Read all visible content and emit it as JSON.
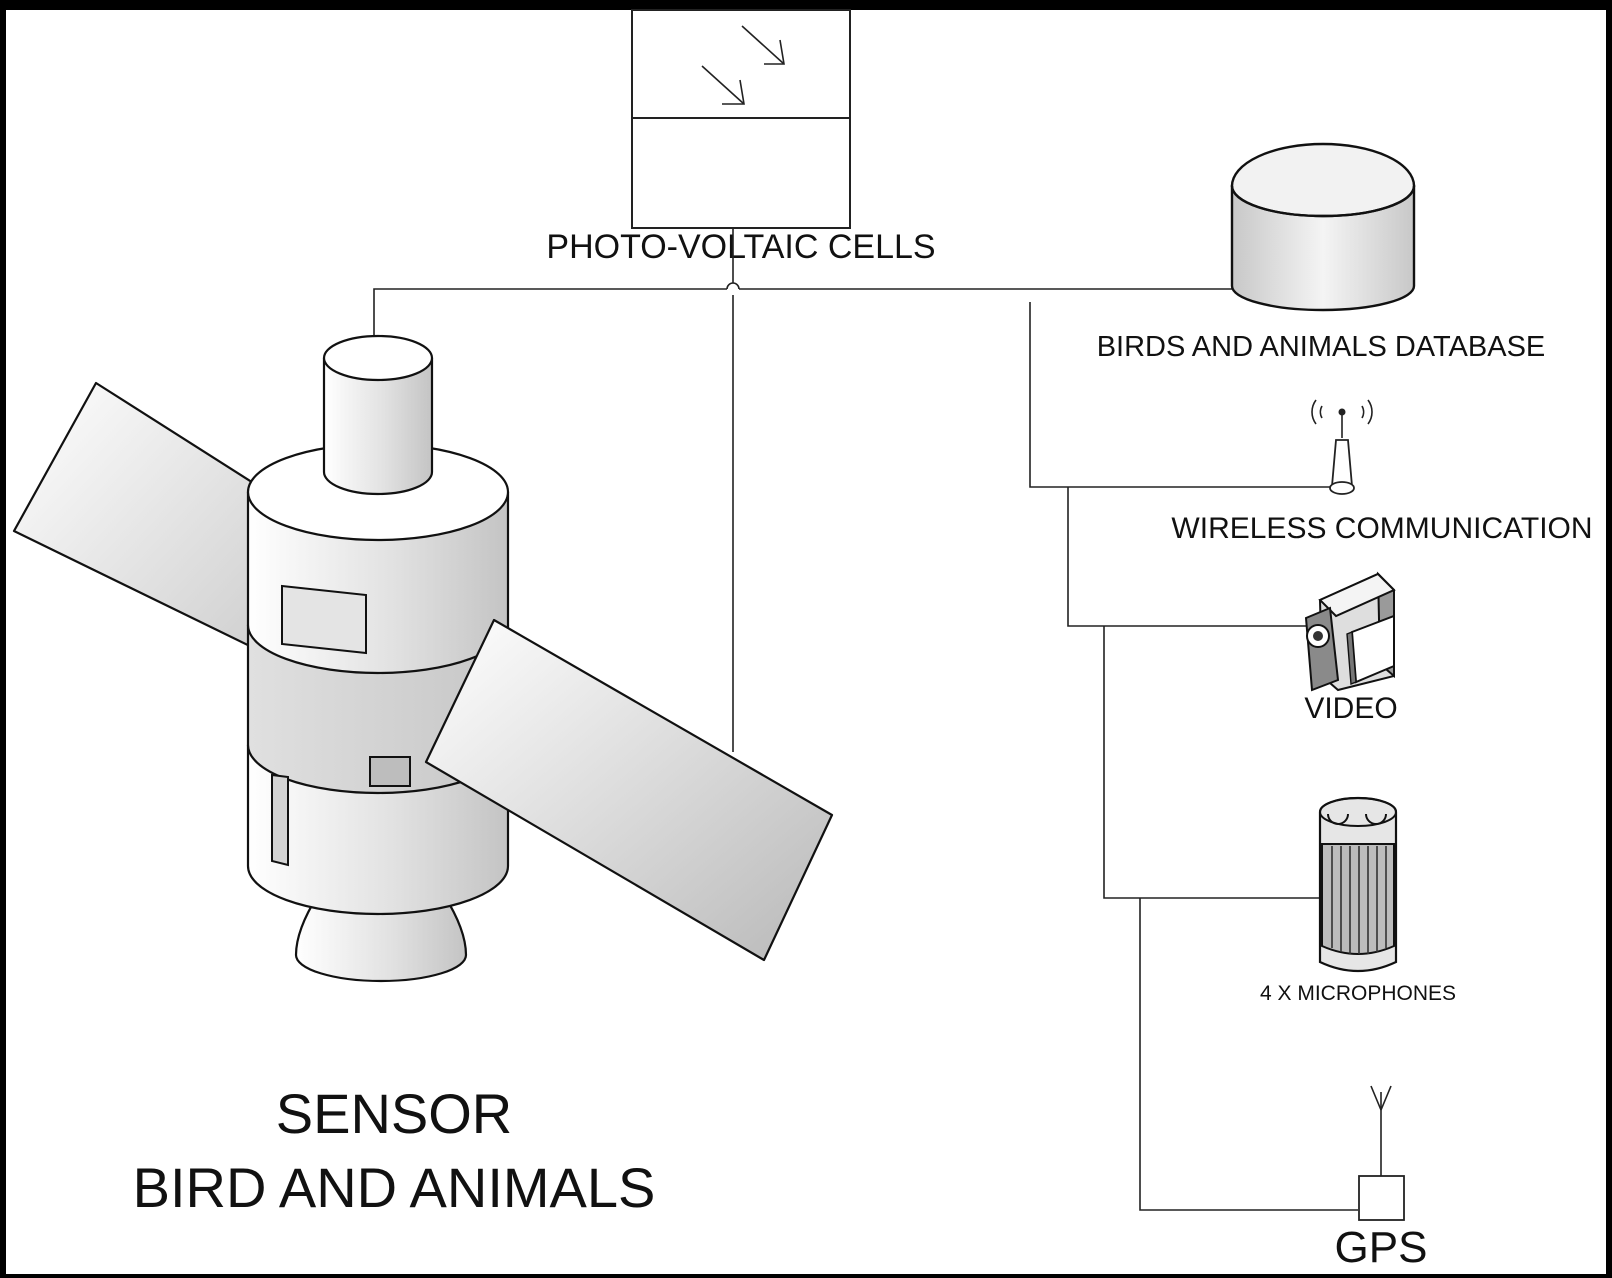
{
  "labels": {
    "photovoltaic": "PHOTO-VOLTAIC CELLS",
    "database": "BIRDS AND ANIMALS DATABASE",
    "wireless": "WIRELESS COMMUNICATION",
    "video": "VIDEO",
    "microphones": "4 X MICROPHONES",
    "gps": "GPS",
    "sensor_line1": "SENSOR",
    "sensor_line2": "BIRD AND ANIMALS"
  },
  "colors": {
    "background": "#000000",
    "paper": "#ffffff",
    "ink": "#111111"
  },
  "icons": [
    "photovoltaic-panel-icon",
    "database-cylinder-icon",
    "antenna-tower-icon",
    "video-camera-icon",
    "microphone-array-icon",
    "gps-antenna-icon",
    "satellite-sensor-icon"
  ]
}
